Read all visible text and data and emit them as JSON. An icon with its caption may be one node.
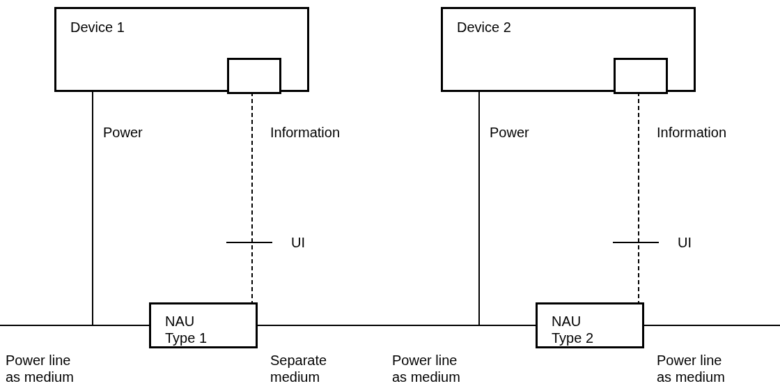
{
  "diagram": {
    "nodes": [
      {
        "text": [
          "Device 1"
        ]
      },
      {
        "text": [],
        "shape": "box",
        "in": 0
      },
      {
        "text": [
          "NAU Type 1"
        ]
      },
      {
        "text": [
          "Device 2"
        ]
      },
      {
        "text": [],
        "shape": "box",
        "in": 3
      },
      {
        "text": [
          "NAU Type 2"
        ]
      }
    ],
    "edges": [
      {
        "from": 0,
        "to": 2,
        "arrow": "none",
        "label": "Power"
      },
      {
        "from": 1,
        "to": 2,
        "arrow": "none",
        "style": "dashed",
        "label": "Information"
      },
      {
        "from": null,
        "to": 2,
        "arrow": "none",
        "label": "Power line as medium"
      },
      {
        "from": 2,
        "to": null,
        "arrow": "none",
        "label": "Separate medium"
      },
      {
        "from": 3,
        "to": 5,
        "arrow": "none",
        "label": "Power"
      },
      {
        "from": 4,
        "to": 5,
        "arrow": "none",
        "style": "dashed",
        "label": "Information"
      },
      {
        "from": null,
        "to": 5,
        "arrow": "none",
        "label": "Power line as medium"
      },
      {
        "from": 5,
        "to": null,
        "arrow": "none",
        "label": "Power line as medium"
      }
    ],
    "labels": [
      "UI",
      "UI"
    ]
  }
}
